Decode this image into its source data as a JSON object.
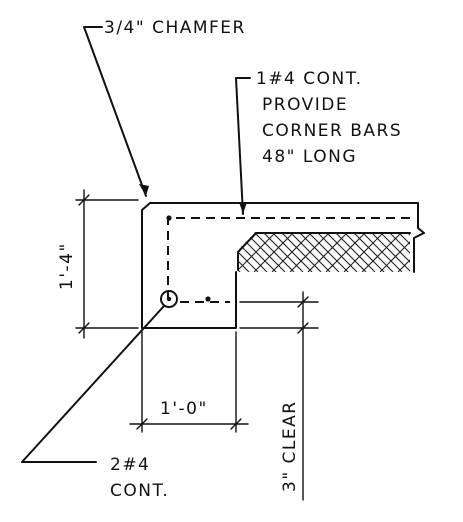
{
  "labels": {
    "chamfer": "3/4\" CHAMFER",
    "corner_bar_line1": "1#4 CONT.",
    "corner_bar_line2": "PROVIDE",
    "corner_bar_line3": "CORNER BARS",
    "corner_bar_line4": "48\" LONG",
    "height_dim": "1'-4\"",
    "width_dim": "1'-0\"",
    "bottom_bar_line1": "2#4",
    "bottom_bar_line2": "CONT.",
    "clearance": "3\" CLEAR"
  },
  "colors": {
    "ink": "#111111",
    "paper": "#ffffff"
  }
}
